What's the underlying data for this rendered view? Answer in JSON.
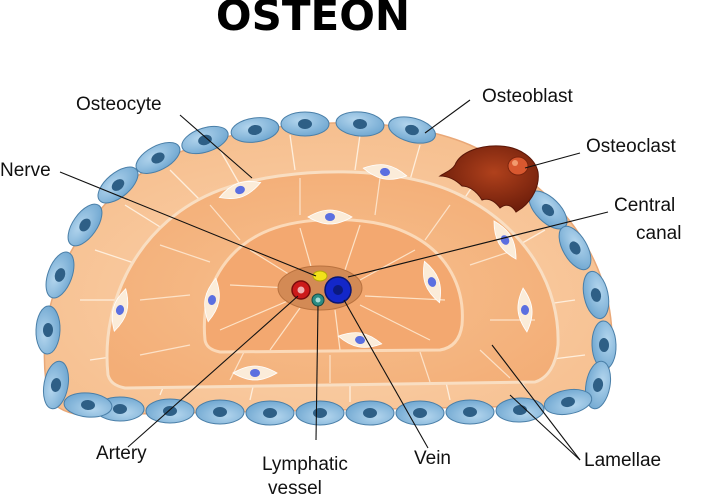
{
  "title": "OSTEON",
  "labels": {
    "osteocyte": "Osteocyte",
    "osteoblast": "Osteoblast",
    "osteoclast": "Osteoclast",
    "nerve": "Nerve",
    "central_canal_line1": "Central",
    "central_canal_line2": "canal",
    "artery": "Artery",
    "lymphatic_line1": "Lymphatic",
    "lymphatic_line2": "vessel",
    "vein": "Vein",
    "lamellae": "Lamellae"
  },
  "colors": {
    "outer_lamella": "#f8c79a",
    "middle_lamella": "#f5b482",
    "inner_lamella": "#f3a870",
    "canal": "#d9935d",
    "osteoblast": "#7fb3d8",
    "osteoblast_nucleus": "#2e5f86",
    "osteocyte_nucleus": "#5b6fe0",
    "osteoclast": "#8e2a12",
    "artery": "#cc1a1a",
    "vein": "#1327c9",
    "nerve": "#f2e21a",
    "lymphatic": "#2c8c83"
  }
}
